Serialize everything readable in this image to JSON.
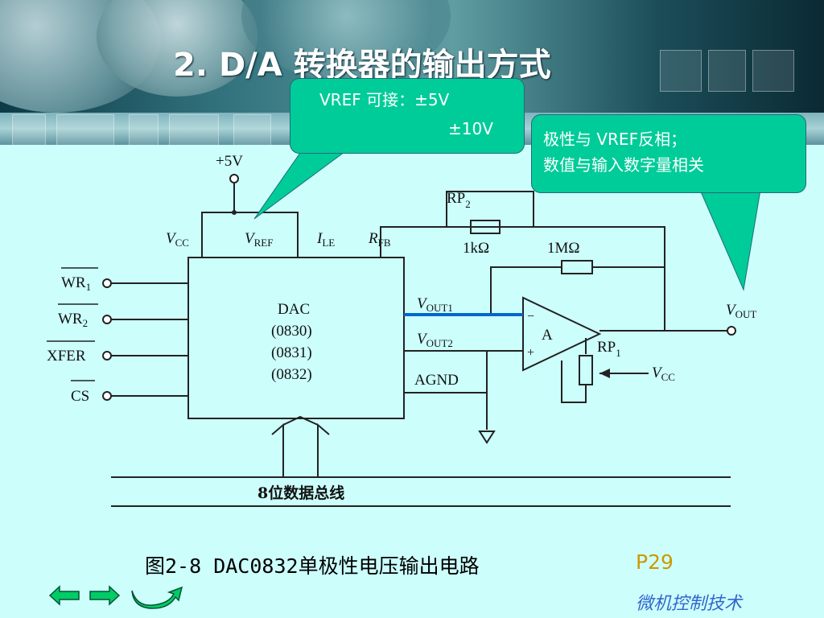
{
  "title": "2.  D/A 转换器的输出方式",
  "callout_vref": {
    "line1": "VREF 可接：±5V",
    "line2": "±10V"
  },
  "callout_polarity": {
    "line1": "极性与 VREF反相；",
    "line2": "数值与输入数字量相关"
  },
  "schematic": {
    "supply": "+5V",
    "pin_vcc_main": "V",
    "pin_vcc_sub": "CC",
    "pin_vref_main": "V",
    "pin_vref_sub": "REF",
    "pin_ile_main": "I",
    "pin_ile_sub": "LE",
    "pin_rfb_main": "R",
    "pin_rfb_sub": "FB",
    "rp2_main": "RP",
    "rp2_sub": "2",
    "r_1k": "1kΩ",
    "r_1m": "1MΩ",
    "vout1_main": "V",
    "vout1_sub": "OUT1",
    "vout2_main": "V",
    "vout2_sub": "OUT2",
    "agnd": "AGND",
    "chip_name": "DAC",
    "chip_models": [
      "(0830)",
      "(0831)",
      "(0832)"
    ],
    "opamp_label": "A",
    "opamp_minus": "−",
    "opamp_plus": "+",
    "rp1_main": "RP",
    "rp1_sub": "1",
    "vcc_in_main": "V",
    "vcc_in_sub": "CC",
    "vout_main": "V",
    "vout_sub": "OUT",
    "wr1_main": "WR",
    "wr1_sub": "1",
    "wr2_main": "WR",
    "wr2_sub": "2",
    "xfer": "XFER",
    "cs": "CS",
    "bus_label": "8位数据总线"
  },
  "caption": "图2-8  DAC0832单极性电压输出电路",
  "page_ref": "P29",
  "course": "微机控制技术",
  "nav": {
    "prev_icon": "left-arrow-icon",
    "next_icon": "right-arrow-icon",
    "return_icon": "return-arrow-icon"
  },
  "colors": {
    "callout": "#00cc99",
    "background": "#ccfffc",
    "highlight_wire": "#0066cc",
    "page_ref": "#cc9900",
    "course": "#3366cc"
  }
}
